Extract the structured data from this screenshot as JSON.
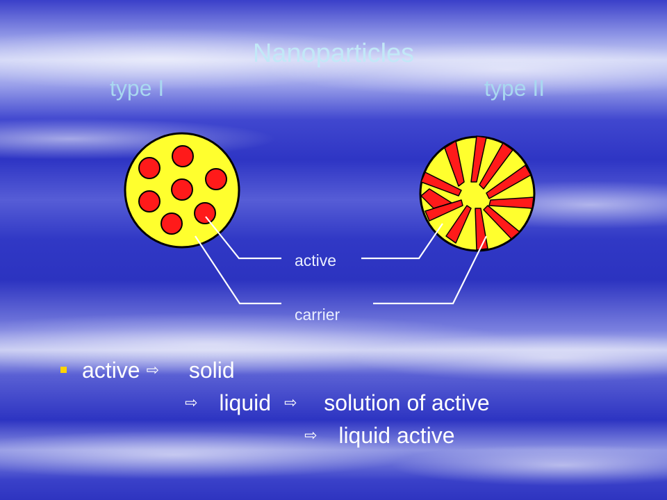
{
  "slide": {
    "title": "Nanoparticles",
    "type1_label": "type I",
    "type2_label": "type II",
    "labels": {
      "active": "active",
      "carrier": "carrier"
    },
    "bullets": {
      "line1_term": "active",
      "line1_value": "solid",
      "line2_value": "liquid",
      "line2_result": "solution of active",
      "line3_result": "liquid active",
      "arrow_glyph": "⇨"
    },
    "colors": {
      "carrier_yellow": "#ffff2e",
      "active_red": "#ff1a1a",
      "title_cyan": "#c2e8f7",
      "bullet_yellow": "#ffd400"
    }
  }
}
